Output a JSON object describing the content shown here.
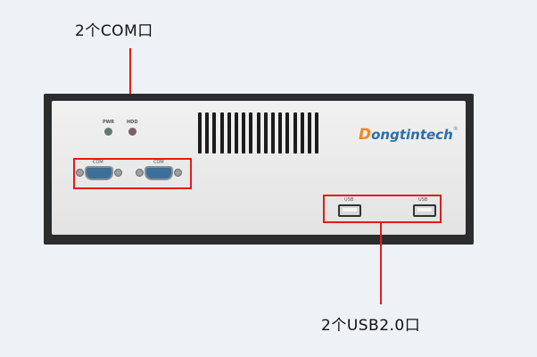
{
  "annotations": {
    "com_label": "2个COM口",
    "usb_label": "2个USB2.0口",
    "highlight_color": "#e51a1a"
  },
  "device": {
    "brand": "Dongtintech",
    "brand_first_letter": "D",
    "brand_rest": "ongtintech",
    "brand_mark": "®",
    "led_labels": [
      "PWR",
      "HDD"
    ],
    "com_port_label": "COM",
    "usb_port_label": "USB",
    "vent_slots": 17
  }
}
